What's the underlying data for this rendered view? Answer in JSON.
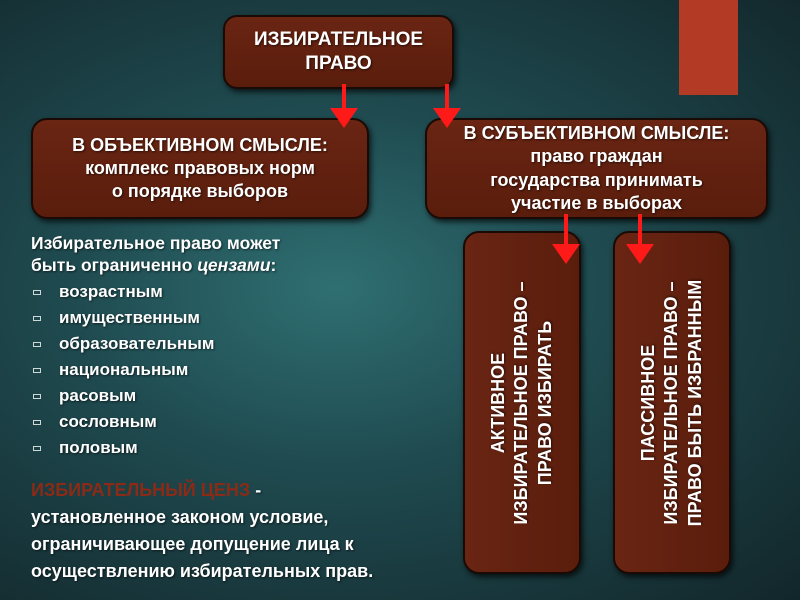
{
  "root": {
    "lines": [
      "ИЗБИРАТЕЛЬНОЕ",
      "ПРАВО"
    ]
  },
  "objective": {
    "lines": [
      "В ОБЪЕКТИВНОМ СМЫСЛЕ:",
      "комплекс правовых норм",
      "о порядке выборов"
    ]
  },
  "subjective": {
    "lines": [
      "В СУБЪЕКТИВНОМ СМЫСЛЕ:",
      "право граждан",
      "государства принимать",
      "участие в выборах"
    ]
  },
  "active": {
    "lines": [
      "АКТИВНОЕ",
      "ИЗБИРАТЕЛЬНОЕ ПРАВО –",
      "ПРАВО ИЗБИРАТЬ"
    ]
  },
  "passive": {
    "lines": [
      "ПАССИВНОЕ",
      "ИЗБИРАТЕЛЬНОЕ ПРАВО –",
      "ПРАВО БЫТЬ ИЗБРАННЫМ"
    ]
  },
  "limits": {
    "line1": "Избирательное право может",
    "line2_prefix": "быть ограниченно ",
    "line2_em": "цензами",
    "line2_suffix": ":",
    "items": [
      "возрастным",
      "имущественным",
      "образовательным",
      "национальным",
      "расовым",
      "сословным",
      "половым"
    ]
  },
  "definition": {
    "term": "ИЗБИРАТЕЛЬНЫЙ ЦЕНЗ",
    "dash": " -",
    "lines": [
      "установленное законом условие,",
      "ограничивающее допущение лица к",
      "осуществлению избирательных прав."
    ]
  },
  "colors": {
    "box": "#5e1f0e",
    "arrow": "#ff0000",
    "accent": "#b33a24",
    "term": "#8b2a16"
  }
}
